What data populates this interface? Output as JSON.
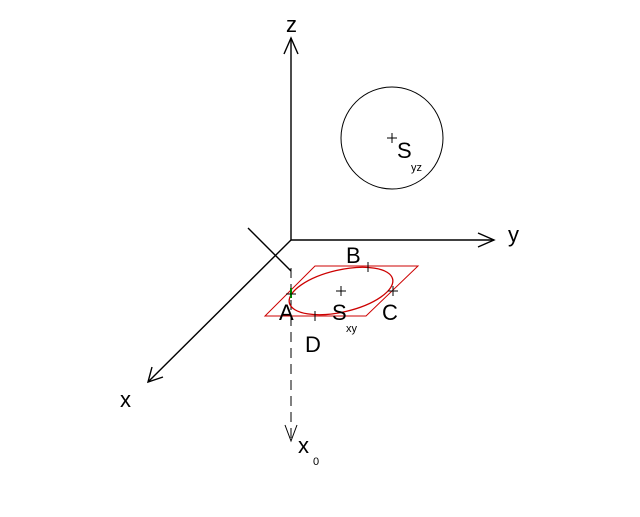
{
  "axes": {
    "z": "z",
    "y": "y",
    "x": "x",
    "x0": "x",
    "x0_sub": "0"
  },
  "points": {
    "A": "A",
    "B": "B",
    "C": "C",
    "D": "D",
    "Sxy": "S",
    "Sxy_sub": "xy",
    "Syz": "S",
    "Syz_sub": "yz"
  },
  "colors": {
    "axis": "#000000",
    "projection": "#cc0000",
    "marker": "#008000"
  }
}
